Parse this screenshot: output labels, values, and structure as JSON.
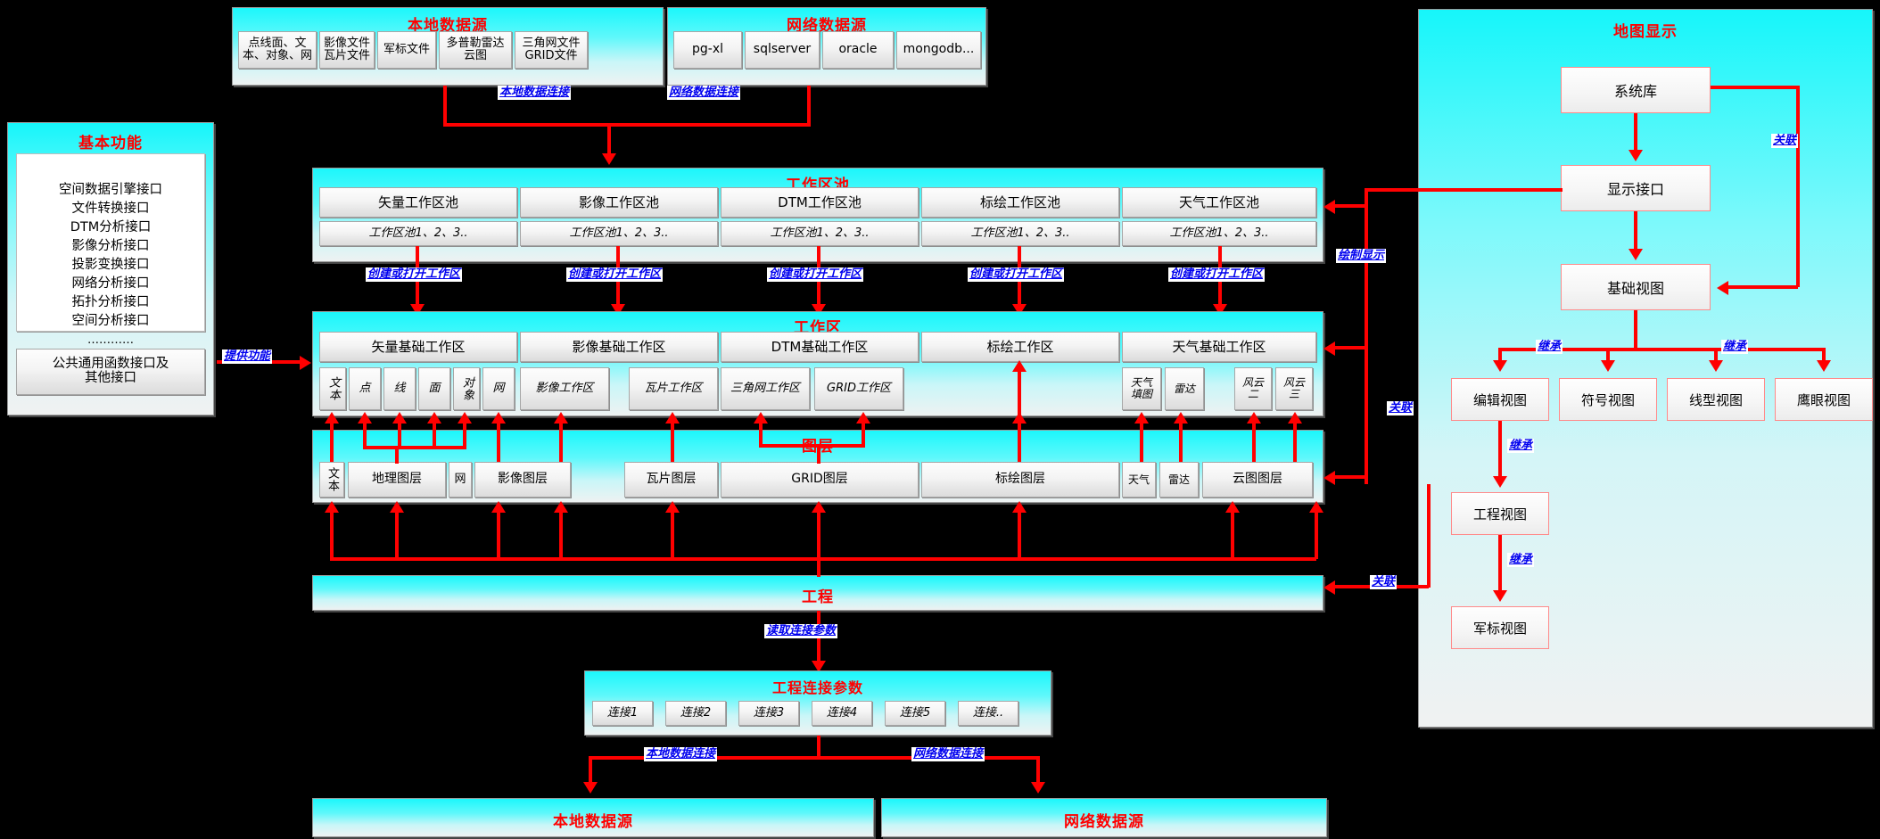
{
  "colors": {
    "accent_red": "#ff0000",
    "label_blue": "#0000ee",
    "panel_cyan": "#1cf7fb",
    "box_border": "#a7a7a7"
  },
  "panels": {
    "local_source_top": {
      "title": "本地数据源",
      "items": [
        "点线面、文\n本、对象、网",
        "影像文件\n瓦片文件",
        "军标文件",
        "多普勒雷达\n云图",
        "三角网文件\nGRID文件"
      ]
    },
    "network_source_top": {
      "title": "网络数据源",
      "items": [
        "pg-xl",
        "sqlserver",
        "oracle",
        "mongodb..."
      ]
    },
    "basic_functions": {
      "title": "基本功能",
      "interfaces": [
        "空间数据引擎接口",
        "文件转换接口",
        "DTM分析接口",
        "影像分析接口",
        "投影变换接口",
        "网络分析接口",
        "拓扑分析接口",
        "空间分析接口",
        "…………"
      ],
      "common": "公共通用函数接口及\n其他接口"
    },
    "workarea_pool": {
      "title": "工作区池",
      "columns": [
        "矢量工作区池",
        "影像工作区池",
        "DTM工作区池",
        "标绘工作区池",
        "天气工作区池"
      ],
      "sub": [
        "工作区池1、2、3..",
        "工作区池1、2、3..",
        "工作区池1、2、3..",
        "工作区池1、2、3..",
        "工作区池1、2、3.."
      ]
    },
    "workarea": {
      "title": "工作区",
      "columns": [
        "矢量基础工作区",
        "影像基础工作区",
        "DTM基础工作区",
        "标绘工作区",
        "天气基础工作区"
      ],
      "vector_children": [
        "文本",
        "点",
        "线",
        "面",
        "对象",
        "网"
      ],
      "image_children": [
        "影像工作区",
        "瓦片工作区"
      ],
      "dtm_children": [
        "三角网工作区",
        "GRID工作区"
      ],
      "weather_children": [
        "天气\n填图",
        "雷达",
        "风云\n二",
        "风云\n三"
      ]
    },
    "layers": {
      "title": "图层",
      "items": [
        "文本",
        "地理图层",
        "网",
        "影像图层",
        "瓦片图层",
        "GRID图层",
        "标绘图层",
        "天气",
        "雷达",
        "云图图层"
      ]
    },
    "project": {
      "title": "工程"
    },
    "project_conn": {
      "title": "工程连接参数",
      "items": [
        "连接1",
        "连接2",
        "连接3",
        "连接4",
        "连接5",
        "连接.."
      ]
    },
    "local_source_bottom": {
      "title": "本地数据源"
    },
    "network_source_bottom": {
      "title": "网络数据源"
    },
    "map_display": {
      "title": "地图显示",
      "system_lib": "系统库",
      "display_iface": "显示接口",
      "base_view": "基础视图",
      "views": [
        "编辑视图",
        "符号视图",
        "线型视图",
        "鹰眼视图"
      ],
      "engineering_view": "工程视图",
      "military_view": "军标视图"
    }
  },
  "edge_labels": {
    "local_data_conn": "本地数据连接",
    "network_data_conn": "网络数据连接",
    "create_or_open": "创建或打开工作区",
    "provide_function": "提供功能",
    "draw_display": "绘制显示",
    "associate": "关联",
    "inherit": "继承",
    "read_conn_params": "读取连接参数"
  }
}
